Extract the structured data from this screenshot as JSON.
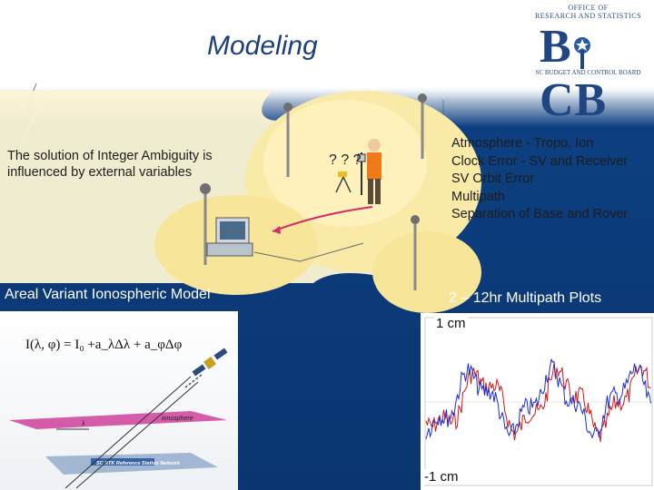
{
  "slide": {
    "title": "Modeling",
    "logo": {
      "line1": "OFFICE OF",
      "line2": "RESEARCH AND STATISTICS",
      "brand": "BCB",
      "board": "SC BUDGET AND CONTROL BOARD"
    },
    "left_text": "The solution of Integer Ambiguity is influenced by external variables",
    "unknown_marker": "? ? ?",
    "right_list": [
      "Atmosphere - Tropo, Ion",
      "Clock Error - SV and Receiver",
      "SV Orbit Error",
      "Multipath",
      "Separation of Base and Rover"
    ],
    "left_heading": "Areal Variant Ionospheric Model",
    "right_heading": "2 – 12hr Multipath Plots",
    "formula": "I(λ, φ) = I₀ +a_λΔλ + a_φΔφ",
    "iono_labels": {
      "layer": "ionosphere",
      "station": "SC RTK Reference Station Network"
    },
    "plot": {
      "top_label": "1 cm",
      "bottom_label": "-1 cm",
      "series_colors": [
        "#d01818",
        "#1c2fd6"
      ]
    }
  }
}
